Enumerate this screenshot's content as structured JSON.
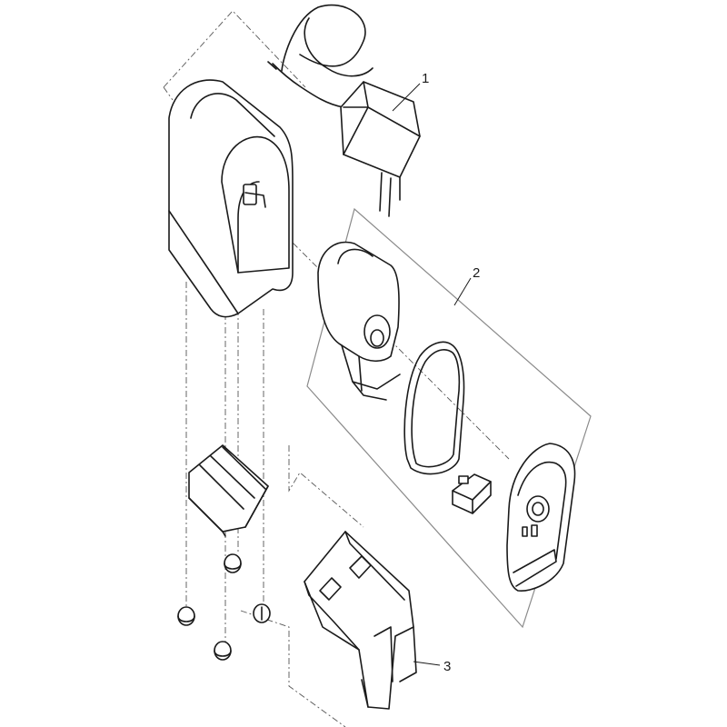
{
  "callouts": [
    {
      "id": "1",
      "text": "1"
    },
    {
      "id": "2",
      "text": "2"
    },
    {
      "id": "3",
      "text": "3"
    }
  ],
  "colors": {
    "line": "#1a1a1a",
    "dash": "#555555",
    "group_box": "#8a8a8a",
    "background": "#ffffff"
  }
}
